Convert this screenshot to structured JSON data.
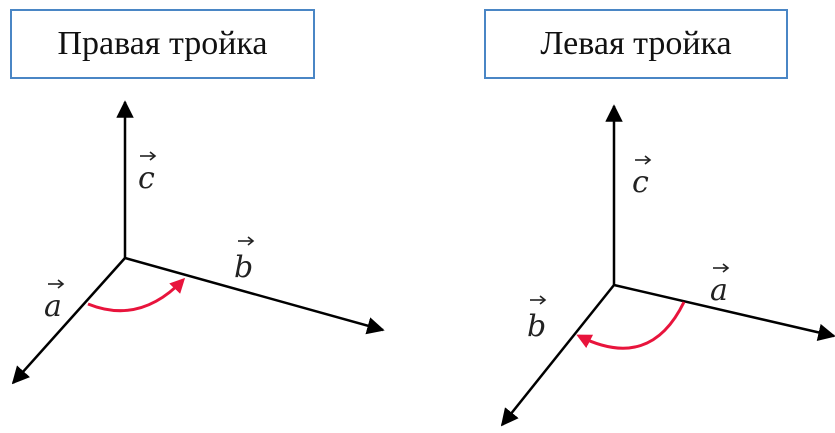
{
  "diagrams": {
    "right": {
      "title": "Правая тройка",
      "labels": {
        "c": "c",
        "b": "b",
        "a": "a"
      }
    },
    "left": {
      "title": "Левая тройка",
      "labels": {
        "c": "c",
        "a": "a",
        "b": "b"
      }
    }
  },
  "colors": {
    "axis": "#000000",
    "rotation_arrow": "#e8143c",
    "box_border": "#4a86c5"
  }
}
